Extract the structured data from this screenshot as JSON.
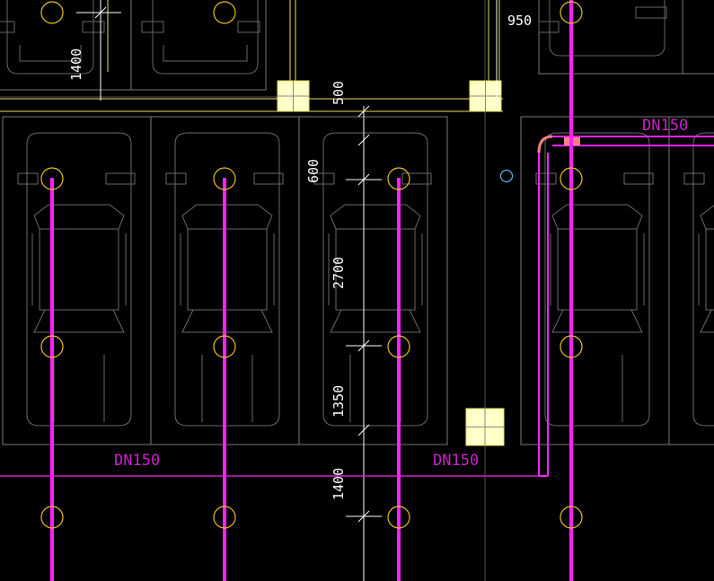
{
  "drawing": {
    "colors": {
      "background": "#000000",
      "pipe": "#ff22ff",
      "pipe_label": "#cc22cc",
      "sprinkler": "#e8c020",
      "dimension": "#ffffff",
      "outline": "#7a7a7a",
      "beam": "#e8e060",
      "column_fill": "#ffffc8",
      "fitting": "#ff8080",
      "ref_circle": "#5ab0e0"
    },
    "dimensions": {
      "top_right": "950",
      "top_left": "1400",
      "d500": "500",
      "d600": "600",
      "d2700": "2700",
      "d1350": "1350",
      "d1400": "1400"
    },
    "pipe_labels": {
      "top_right": "DN150",
      "bottom_left": "DN150",
      "bottom_center": "DN150"
    }
  }
}
